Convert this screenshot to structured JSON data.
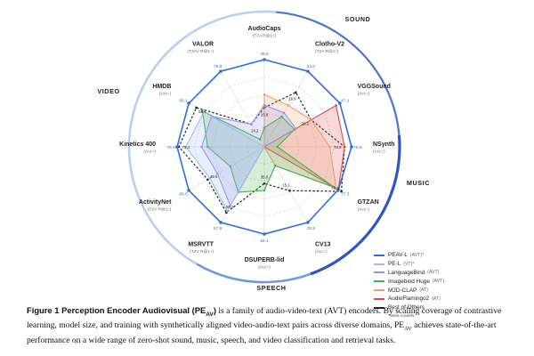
{
  "chart_data": {
    "type": "radar",
    "title": "",
    "groups": [
      {
        "name": "SOUND",
        "axes": [
          "AudioCaps",
          "Clotho-V2",
          "VGGSound"
        ]
      },
      {
        "name": "MUSIC",
        "axes": [
          "NSynth",
          "GTZAN"
        ]
      },
      {
        "name": "SPEECH",
        "axes": [
          "CV13",
          "DSUPERB-lid"
        ]
      },
      {
        "name": "VIDEO",
        "axes": [
          "MSRVTT",
          "ActivityNet",
          "Kinetics 400",
          "HMDB",
          "VALOR"
        ]
      }
    ],
    "axes": [
      {
        "name": "AudioCaps",
        "metric": "(T2A R@1↑)",
        "best": "45.8",
        "best_of_others": "20.8"
      },
      {
        "name": "Clotho-V2",
        "metric": "(T2A R@1↑)",
        "best": "23.0",
        "best_of_others": "16.9"
      },
      {
        "name": "VGGSound",
        "metric": "(Acc↑)",
        "best": "47.1",
        "best_of_others": "29.2"
      },
      {
        "name": "NSynth",
        "metric": "(Acc↑)",
        "best": "76.8",
        "best_of_others": "70.9"
      },
      {
        "name": "GTZAN",
        "metric": "(Acc↑)",
        "best": "77.3",
        "best_of_others": "79.0"
      },
      {
        "name": "CV13",
        "metric": "(Acc↑)",
        "best": "25.9",
        "best_of_others": "15.1"
      },
      {
        "name": "DSUPERB-lid",
        "metric": "(Acc↑)",
        "best": "84.1",
        "best_of_others": "35.0"
      },
      {
        "name": "MSRVTT",
        "metric": "(T2V R@1↑)",
        "best": "57.8",
        "best_of_others": "50.3"
      },
      {
        "name": "ActivityNet",
        "metric": "(T2V R@1↑)",
        "best": "66.5",
        "best_of_others": "49.6"
      },
      {
        "name": "Kinetics 400",
        "metric": "(Acc↑)",
        "best": "76.9",
        "best_of_others": "75.4"
      },
      {
        "name": "HMDB",
        "metric": "(Acc↑)",
        "best": "65.1",
        "best_of_others": "58.5"
      },
      {
        "name": "VALOR",
        "metric": "(T2AV R@1↑)",
        "best": "79.8",
        "best_of_others": "24.2"
      }
    ],
    "series": [
      {
        "name": "PEAV-L",
        "tag": "(AVT)*",
        "color": "#2f6fd6",
        "dash": "solid",
        "values": [
          1.0,
          1.0,
          1.0,
          1.0,
          0.98,
          1.0,
          1.0,
          1.0,
          1.0,
          1.0,
          1.0,
          1.0
        ]
      },
      {
        "name": "PE-L",
        "tag": "(VT)*",
        "color": "#9bbcf0",
        "dash": "solid",
        "values": [
          0.0,
          0.0,
          0.0,
          0.0,
          0.0,
          0.0,
          0.0,
          0.85,
          0.72,
          0.9,
          0.8,
          0.0
        ]
      },
      {
        "name": "LanguageBind",
        "tag": "(AVT)",
        "color": "#9b8fe6",
        "dash": "solid",
        "values": [
          0.48,
          0.45,
          0.42,
          0.0,
          0.0,
          0.0,
          0.0,
          0.78,
          0.62,
          0.72,
          0.7,
          0.3
        ]
      },
      {
        "name": "Imagebind Huge",
        "tag": "(AVT)",
        "color": "#3fb34f",
        "dash": "solid",
        "values": [
          0.22,
          0.4,
          0.4,
          0.15,
          0.92,
          0.25,
          0.5,
          0.6,
          0.45,
          0.65,
          0.82,
          0.1
        ]
      },
      {
        "name": "M2D-CLAP",
        "tag": "(AT)",
        "color": "#f0a070",
        "dash": "solid",
        "values": [
          0.6,
          0.55,
          0.62,
          0.75,
          0.95,
          0.25,
          0.0,
          0.0,
          0.0,
          0.0,
          0.0,
          0.0
        ]
      },
      {
        "name": "AudioFlamingo2",
        "tag": "(AT)",
        "color": "#d94a4a",
        "dash": "solid",
        "values": [
          0.0,
          0.0,
          0.95,
          0.92,
          0.98,
          0.0,
          0.0,
          0.0,
          0.0,
          0.0,
          0.0,
          0.0
        ]
      },
      {
        "name": "Best of Others",
        "tag": "",
        "color": "#222222",
        "dash": "dashed",
        "values": [
          0.45,
          0.72,
          0.62,
          0.92,
          1.02,
          0.58,
          0.42,
          0.87,
          0.75,
          0.98,
          0.9,
          0.3
        ]
      }
    ],
    "footnote": "*Meta models",
    "grid": true,
    "legend": "bottom-right"
  },
  "caption": {
    "head": "Figure 1 Perception Encoder Audiovisual (PE",
    "head_sub": "AV",
    "head_end": ")",
    "body1": " is a family of audio-video-text (AVT) encoders. By scaling coverage of contrastive learning, model size, and training with synthetically aligned video-audio-text pairs across diverse domains, PE",
    "body_sub": "AV",
    "body2": " achieves state-of-the-art performance on a wide range of zero-shot sound, music, speech, and video classification and retrieval tasks."
  },
  "colors": {
    "sound_ring": "#4a74d0",
    "music_ring": "#2f56c2",
    "speech_ring": "#6f9ae0",
    "video_ring": "#b6d0f4",
    "grid": "#cccccc"
  }
}
